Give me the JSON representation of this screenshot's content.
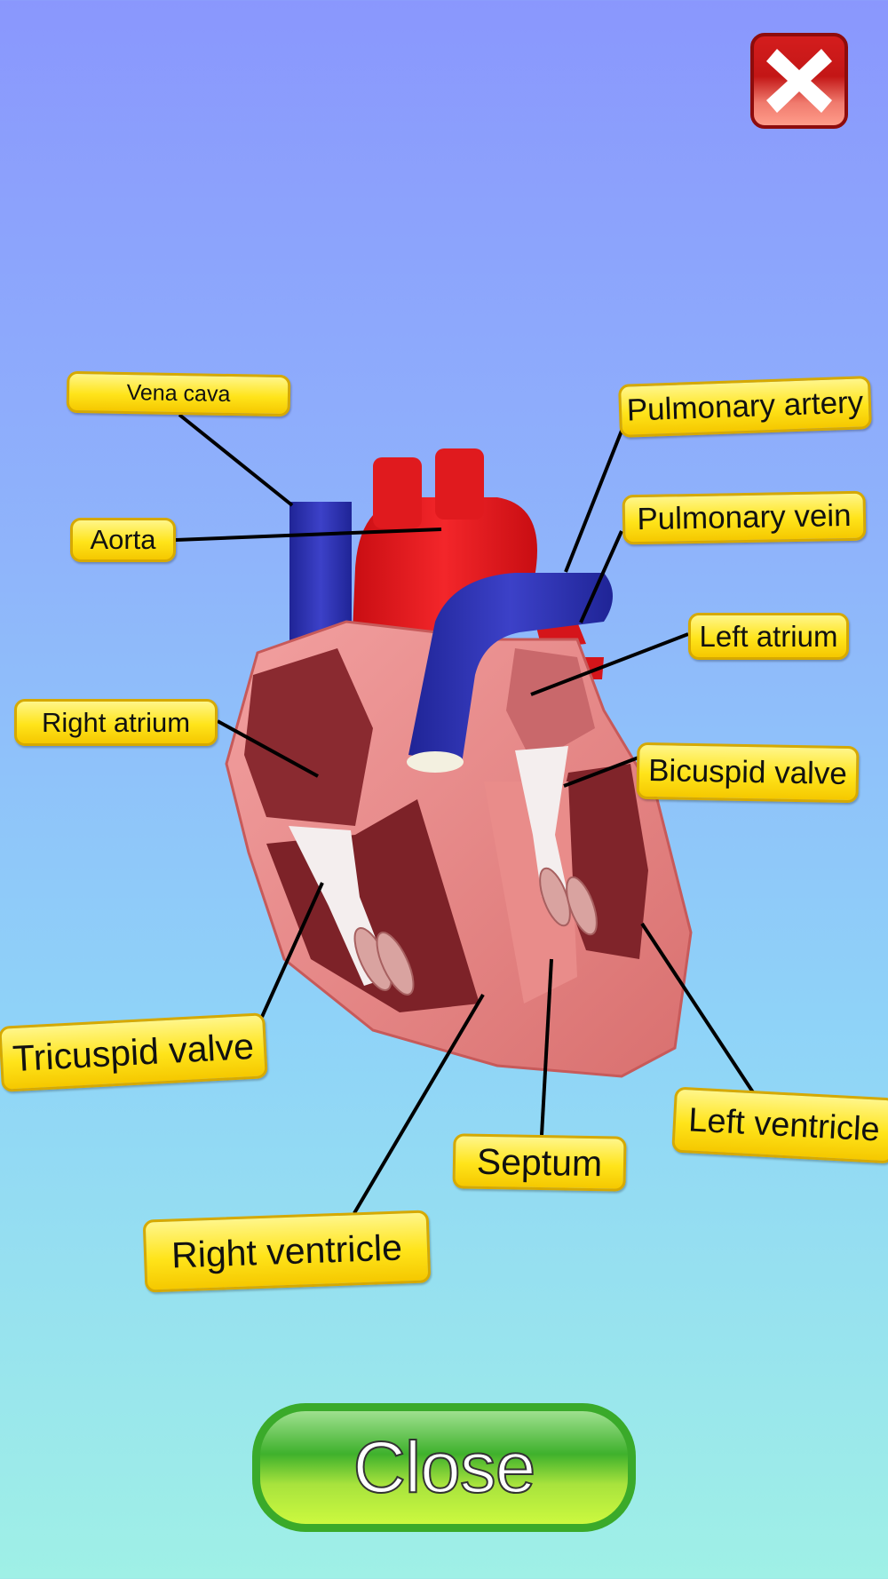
{
  "header": {
    "close_icon_label": "close"
  },
  "labels": {
    "vena_cava": "Vena cava",
    "aorta": "Aorta",
    "pulmonary_artery": "Pulmonary artery",
    "pulmonary_vein": "Pulmonary vein",
    "left_atrium": "Left atrium",
    "right_atrium": "Right atrium",
    "bicuspid_valve": "Bicuspid valve",
    "tricuspid_valve": "Tricuspid valve",
    "left_ventricle": "Left ventricle",
    "septum": "Septum",
    "right_ventricle": "Right ventricle"
  },
  "footer": {
    "close_label": "Close"
  },
  "colors": {
    "oxygenated": "#e8161c",
    "deoxygenated": "#2a2fa8",
    "muscle": "#e88a8a",
    "label_bg": "#ffe41a"
  }
}
